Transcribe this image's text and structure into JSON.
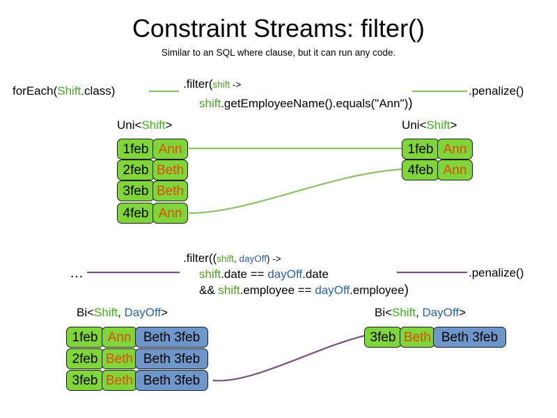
{
  "header": {
    "title": "Constraint Streams: filter()",
    "subtitle": "Similar to an SQL where clause, but it can run any code."
  },
  "colors": {
    "green_fill": "#7FD53A",
    "blue_fill": "#6F96C9",
    "name_text": "#E2490B",
    "green_line": "#8CBF67",
    "purple_line": "#7A5080",
    "green_keyword": "#3FAF18",
    "blue_keyword": "#2B5FA8"
  },
  "uni_section": {
    "source_call": {
      "prefix": "forEach(",
      "type": "Shift",
      "suffix": ".class)"
    },
    "filter": {
      "head": ".filter(",
      "param": "shift",
      "arrow": " ->",
      "body_var": "shift",
      "body_rest": ".getEmployeeName().equals(\"Ann\")",
      "close": ")"
    },
    "penalize": ".penalize()",
    "left_label": {
      "prefix": "Uni<",
      "type": "Shift",
      "suffix": ">"
    },
    "right_label": {
      "prefix": "Uni<",
      "type": "Shift",
      "suffix": ">"
    },
    "left_rows": [
      {
        "date": "1feb",
        "name": "Ann"
      },
      {
        "date": "2feb",
        "name": "Beth"
      },
      {
        "date": "3feb",
        "name": "Beth"
      },
      {
        "date": "4feb",
        "name": "Ann"
      }
    ],
    "right_rows": [
      {
        "date": "1feb",
        "name": "Ann"
      },
      {
        "date": "4feb",
        "name": "Ann"
      }
    ]
  },
  "bi_section": {
    "ellipsis": "…",
    "filter": {
      "head": ".filter((",
      "param1": "shift",
      "comma": ", ",
      "param2": "dayOff",
      "arrow": ") ->",
      "line2_var": "shift",
      "line2_mid": ".date == ",
      "line2_var2": "dayOff",
      "line2_end": ".date",
      "line3_pre": "&& ",
      "line3_var": "shift",
      "line3_mid": ".employee == ",
      "line3_var2": "dayOff",
      "line3_end": ".employee",
      "close": ")"
    },
    "penalize": ".penalize()",
    "left_label": {
      "prefix": "Bi<",
      "type1": "Shift",
      "comma": ", ",
      "type2": "DayOff",
      "suffix": ">"
    },
    "right_label": {
      "prefix": "Bi<",
      "type1": "Shift",
      "comma": ", ",
      "type2": "DayOff",
      "suffix": ">"
    },
    "left_rows": [
      {
        "date": "1feb",
        "name": "Ann",
        "dayoff": "Beth 3feb"
      },
      {
        "date": "2feb",
        "name": "Beth",
        "dayoff": "Beth 3feb"
      },
      {
        "date": "3feb",
        "name": "Beth",
        "dayoff": "Beth 3feb"
      }
    ],
    "right_rows": [
      {
        "date": "3feb",
        "name": "Beth",
        "dayoff": "Beth 3feb"
      }
    ]
  }
}
